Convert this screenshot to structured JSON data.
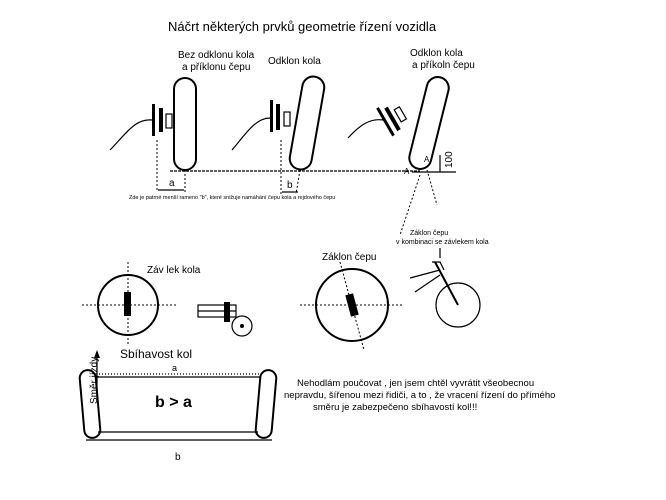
{
  "title": "Náčrt některých prvků geometrie řízení vozidla",
  "labels": {
    "no_camber": [
      "Bez odklonu kola",
      "a příklonu čepu"
    ],
    "camber": "Odklon kola",
    "camber_kingpin": [
      "Odklon kola",
      "a příkoln čepu"
    ],
    "a": "a",
    "b": "b",
    "A": "A",
    "dim_100": "100",
    "note_small": "Zde je patrné menší rameno \"b\", které snižuje namáhání čepu kola a rejdového čepu",
    "trail": "Záv lek kola",
    "caster": "Záklon čepu",
    "caster_combo": [
      "Záklon čepu",
      "v kombinaci se závlekem kola"
    ],
    "toe": "Sbíhavost kol",
    "direction": "Směr jízdy",
    "toe_formula": "b > a",
    "toe_a": "a",
    "toe_b": "b",
    "remark": [
      "Nehodlám poučovat , jen jsem chtěl vyvrátit všeobecnou",
      "nepravdu, šířenou mezi řidiči, a to , že vracení řízení do přímého",
      "směru je zabezpečeno sbíhavostí kol!!!"
    ]
  }
}
